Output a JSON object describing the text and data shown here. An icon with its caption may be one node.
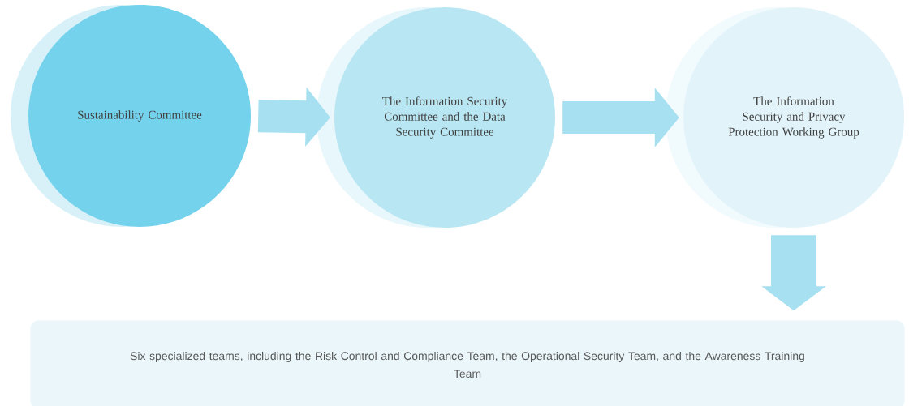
{
  "diagram": {
    "nodes": [
      {
        "text": [
          "Sustainability Committee"
        ]
      },
      {
        "text": [
          "The Information Security Committee and the Data Security Committee"
        ]
      },
      {
        "text": [
          "The Information Security and Privacy Protection Working Group"
        ]
      },
      {
        "text": [
          "Six specialized teams, including the Risk Control and Compliance Team, the Operational Security Team, and the Awareness Training Team"
        ]
      }
    ],
    "edges": [
      {
        "from": 0,
        "to": 1,
        "arrow": "to"
      },
      {
        "from": 1,
        "to": 2,
        "arrow": "to"
      },
      {
        "from": 2,
        "to": 3,
        "arrow": "to"
      }
    ]
  }
}
